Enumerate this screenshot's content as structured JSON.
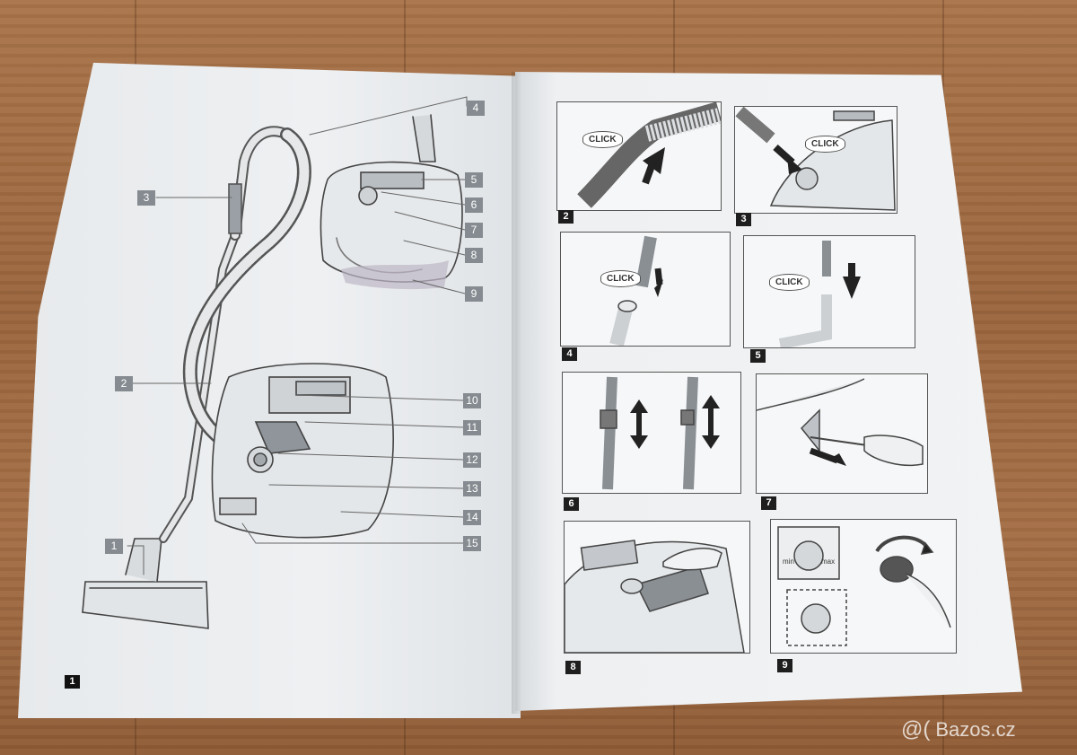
{
  "left_page": {
    "page_number": "1",
    "callouts": [
      "1",
      "2",
      "3",
      "4",
      "5",
      "6",
      "7",
      "8",
      "9",
      "10",
      "11",
      "12",
      "13",
      "14",
      "15"
    ]
  },
  "right_page": {
    "panels": [
      {
        "number": "2",
        "click_text": "CLICK"
      },
      {
        "number": "3",
        "click_text": "CLICK"
      },
      {
        "number": "4",
        "click_text": "CLICK"
      },
      {
        "number": "5",
        "click_text": "CLICK"
      },
      {
        "number": "6"
      },
      {
        "number": "7"
      },
      {
        "number": "8"
      },
      {
        "number": "9",
        "dial_min": "min",
        "dial_max": "max"
      }
    ]
  },
  "watermark": {
    "symbol": "@(",
    "text": "Bazos.cz"
  },
  "colors": {
    "wood": "#9c673f",
    "paper": "#eef0f1",
    "callout": "#858b90",
    "ink": "#333333"
  }
}
